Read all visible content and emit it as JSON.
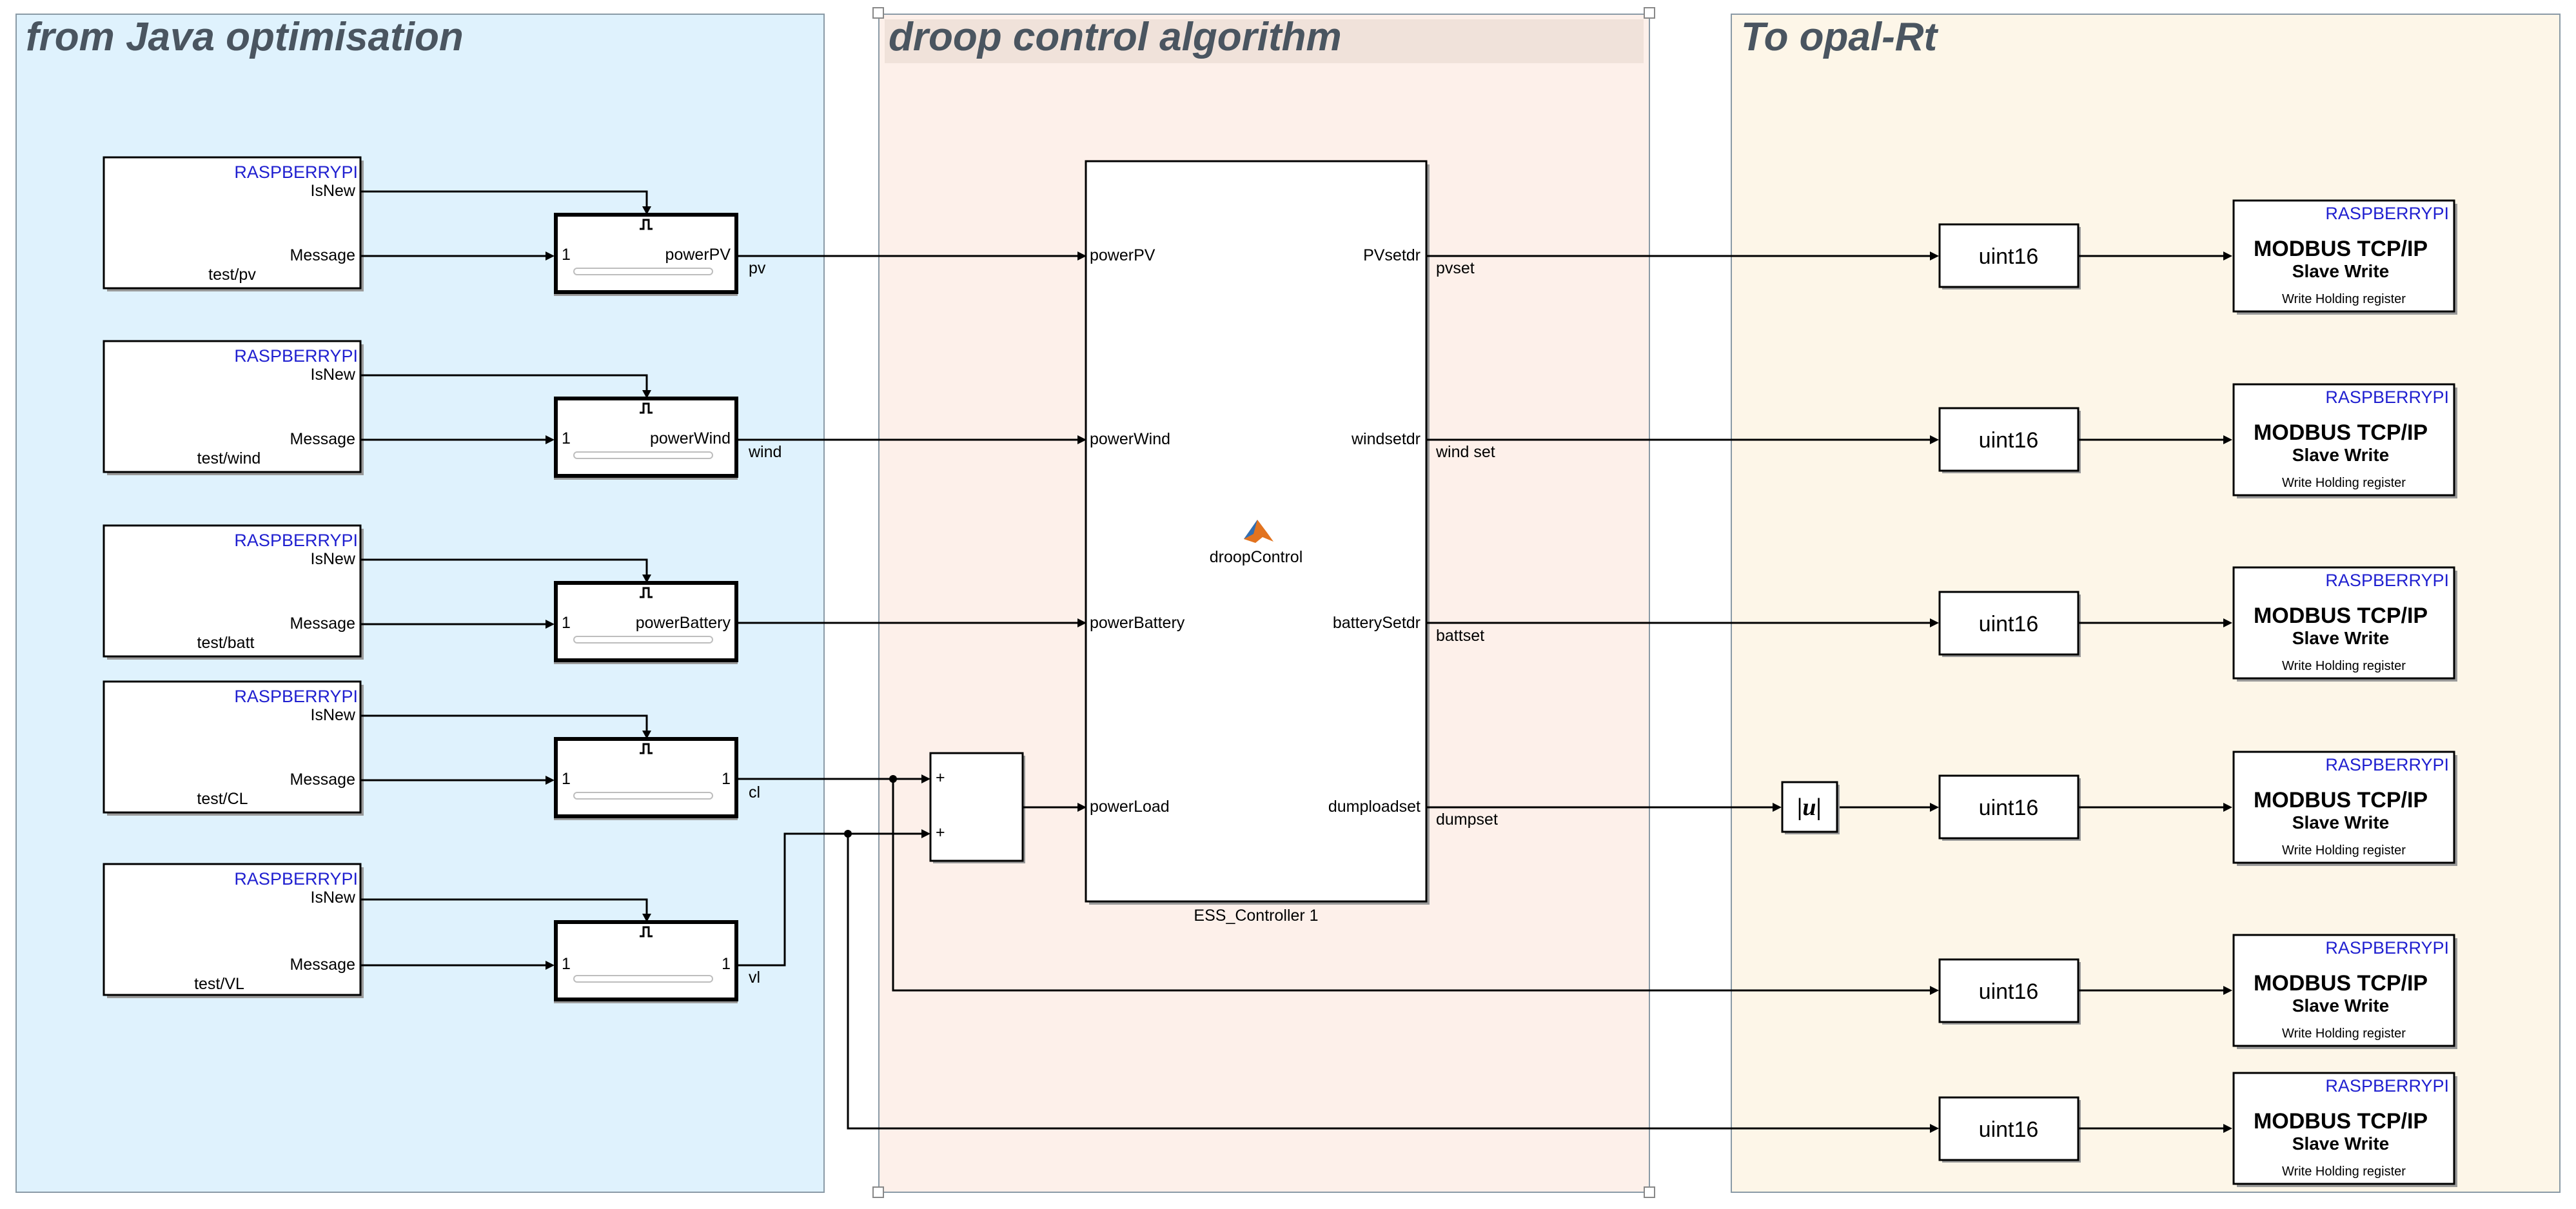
{
  "areas": {
    "java": "from Java optimisation",
    "droop": "droop control algorithm",
    "opal": "To opal-Rt"
  },
  "subscribers": [
    {
      "board": "RASPBERRYPI",
      "out1": "IsNew",
      "out2": "Message",
      "topic": "test/pv"
    },
    {
      "board": "RASPBERRYPI",
      "out1": "IsNew",
      "out2": "Message",
      "topic": "test/wind"
    },
    {
      "board": "RASPBERRYPI",
      "out1": "IsNew",
      "out2": "Message",
      "topic": "test/batt"
    },
    {
      "board": "RASPBERRYPI",
      "out1": "IsNew",
      "out2": "Message",
      "topic": "test/CL"
    },
    {
      "board": "RASPBERRYPI",
      "out1": "IsNew",
      "out2": "Message",
      "topic": "test/VL"
    }
  ],
  "enabled_subsystems": [
    {
      "in": "1",
      "out": "powerPV",
      "signal": "pv"
    },
    {
      "in": "1",
      "out": "powerWind",
      "signal": "wind"
    },
    {
      "in": "1",
      "out": "powerBattery",
      "signal": ""
    },
    {
      "in": "1",
      "out": "1",
      "signal": "cl"
    },
    {
      "in": "1",
      "out": "1",
      "signal": "vl"
    }
  ],
  "sum": {
    "in1": "+",
    "in2": "+"
  },
  "controller": {
    "name": "droopControl",
    "caption": "ESS_Controller 1",
    "inputs": [
      "powerPV",
      "powerWind",
      "powerBattery",
      "powerLoad"
    ],
    "outputs": [
      "PVsetdr",
      "windsetdr",
      "batterySetdr",
      "dumploadset"
    ],
    "out_signals": [
      "pvset",
      "wind set",
      "battset",
      "dumpset"
    ]
  },
  "abs_block": "|u|",
  "converters": [
    "uint16",
    "uint16",
    "uint16",
    "uint16",
    "uint16",
    "uint16"
  ],
  "modbus": [
    {
      "board": "RASPBERRYPI",
      "title": "MODBUS TCP/IP",
      "subtitle": "Slave Write",
      "note": "Write Holding register"
    },
    {
      "board": "RASPBERRYPI",
      "title": "MODBUS TCP/IP",
      "subtitle": "Slave Write",
      "note": "Write Holding register"
    },
    {
      "board": "RASPBERRYPI",
      "title": "MODBUS TCP/IP",
      "subtitle": "Slave Write",
      "note": "Write Holding register"
    },
    {
      "board": "RASPBERRYPI",
      "title": "MODBUS TCP/IP",
      "subtitle": "Slave Write",
      "note": "Write Holding register"
    },
    {
      "board": "RASPBERRYPI",
      "title": "MODBUS TCP/IP",
      "subtitle": "Slave Write",
      "note": "Write Holding register"
    },
    {
      "board": "RASPBERRYPI",
      "title": "MODBUS TCP/IP",
      "subtitle": "Slave Write",
      "note": "Write Holding register"
    }
  ],
  "colors": {
    "java_area": "#dff2fd",
    "droop_area": "#fdf0ea",
    "opal_area": "#fdf6e8",
    "board_text": "#2020d0"
  }
}
